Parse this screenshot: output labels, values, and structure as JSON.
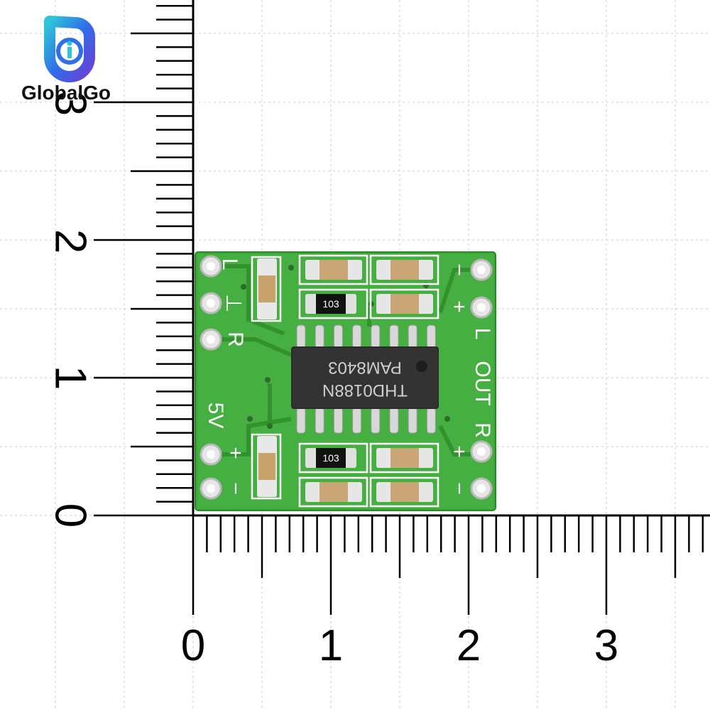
{
  "brand": {
    "name": "GlobalGo",
    "colors": {
      "purple": "#6a3fd6",
      "blue": "#2f6fe8",
      "teal": "#2fc4d8"
    }
  },
  "ruler": {
    "unit_ticks_major": [
      "0",
      "1",
      "2",
      "3"
    ],
    "vertical_major": [
      "0",
      "1",
      "2"
    ],
    "line_color": "#000000",
    "grid_color": "#cfcfcf"
  },
  "pcb": {
    "board_color": "#3fa83a",
    "silk_color": "#ffffff",
    "chip_label_1": "PAM8403",
    "chip_label_2": "THD0188N",
    "resistor_code_top": "103",
    "resistor_code_bottom": "103",
    "left_labels": {
      "L": "L",
      "ground": "⊥",
      "R": "R",
      "power": "5V",
      "plus": "+",
      "minus": "−"
    },
    "right_labels": {
      "L": "L",
      "OUT": "OUT",
      "R": "R",
      "plus": "+",
      "minus": "−"
    }
  }
}
